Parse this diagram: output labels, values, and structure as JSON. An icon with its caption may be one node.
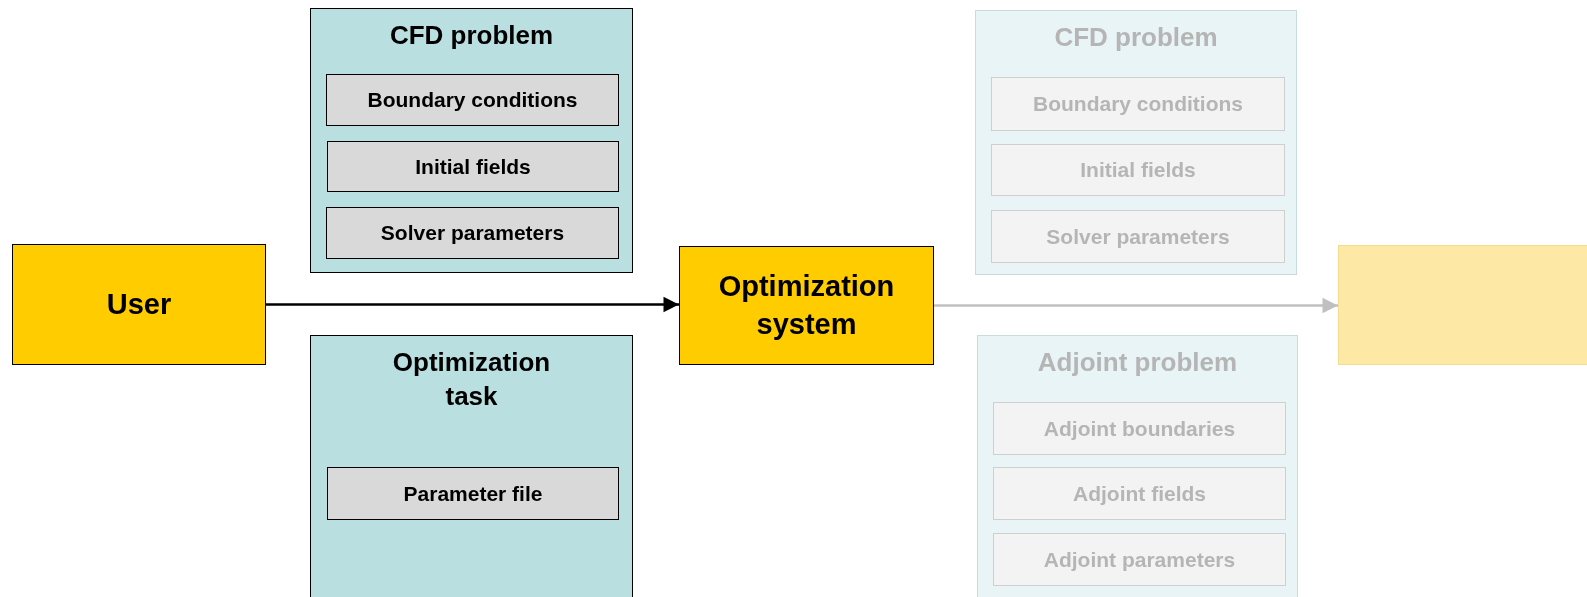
{
  "diagram": {
    "nodes": [
      {
        "text": [
          "CFD problem"
        ]
      },
      {
        "text": [
          "Boundary conditions"
        ],
        "in": 0
      },
      {
        "text": [
          "Initial fields"
        ],
        "in": 0
      },
      {
        "text": [
          "Solver parameters"
        ],
        "in": 0
      },
      {
        "text": [
          "User"
        ]
      },
      {
        "text": [
          "Optimization system"
        ]
      },
      {
        "text": [
          "Optimization task"
        ]
      },
      {
        "text": [
          "Parameter file"
        ],
        "in": 6
      },
      {
        "text": [
          "CFD problem"
        ]
      },
      {
        "text": [
          "Boundary conditions"
        ],
        "in": 8
      },
      {
        "text": [
          "Initial fields"
        ],
        "in": 8
      },
      {
        "text": [
          "Solver parameters"
        ],
        "in": 8
      },
      {
        "text": [],
        "shape": "box"
      },
      {
        "text": [
          "Adjoint problem"
        ]
      },
      {
        "text": [
          "Adjoint boundaries"
        ],
        "in": 13
      },
      {
        "text": [
          "Adjoint fields"
        ],
        "in": 13
      },
      {
        "text": [
          "Adjoint parameters"
        ],
        "in": 13
      }
    ],
    "edges": [
      {
        "from": 4,
        "to": 5,
        "arrow": "to"
      },
      {
        "from": 5,
        "to": 12,
        "arrow": "to",
        "color": "#c0c0c0"
      }
    ]
  }
}
